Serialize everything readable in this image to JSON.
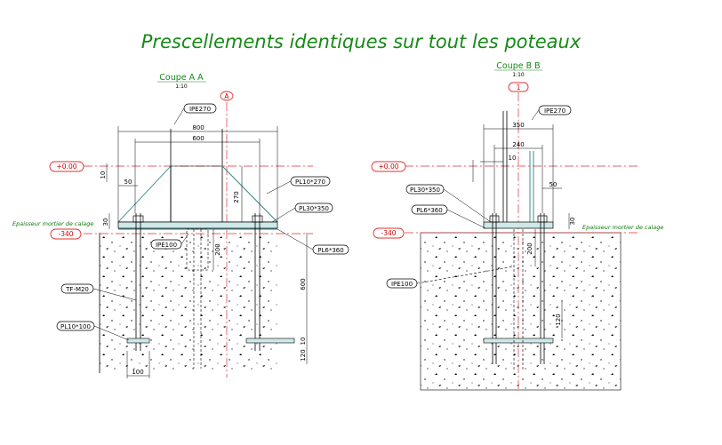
{
  "title": "Prescellements identiques sur tout les poteaux",
  "section_a": {
    "title": "Coupe A A",
    "scale": "1:10",
    "axis_label": "A",
    "level_top": "+0.00",
    "level_bottom": "-340",
    "mortar_note": "Epaisseur mortier de calage",
    "labels": {
      "column": "IPE270",
      "gusset": "PL10*270",
      "base_plate": "PL30*350",
      "washer_plate": "PL6*360",
      "shear_key": "IPE100",
      "rod": "TF-M20",
      "anchor_plate": "PL10*100"
    },
    "dims": {
      "d800": "800",
      "d600": "600",
      "d270": "270",
      "d10": "10",
      "d50": "50",
      "d30": "30",
      "d200": "200",
      "d600v": "600",
      "d10b": "10",
      "d120": "120",
      "d100": "100"
    }
  },
  "section_b": {
    "title": "Coupe B B",
    "scale": "1:10",
    "axis_label": "1",
    "level_top": "+0.00",
    "level_bottom": "-340",
    "mortar_note": "Epaisseur mortier de calage",
    "labels": {
      "column": "IPE270",
      "base_plate": "PL30*350",
      "washer_plate": "PL6*360",
      "shear_key": "IPE100"
    },
    "dims": {
      "d350": "350",
      "d240": "240",
      "d10": "10",
      "d50": "50",
      "d30": "30",
      "d200": "200",
      "d120": "120"
    }
  }
}
